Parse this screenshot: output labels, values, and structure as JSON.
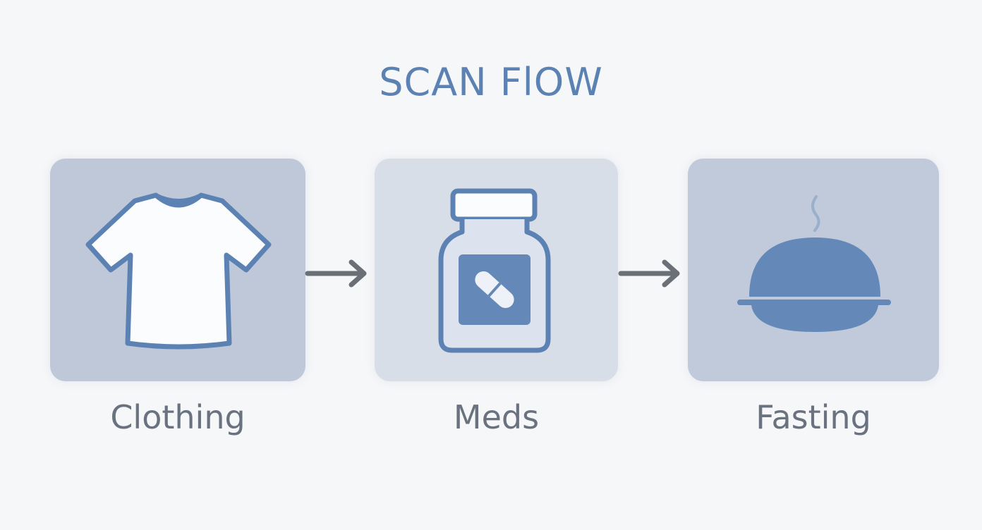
{
  "title": "SCAN FlOW",
  "steps": [
    {
      "label": "Clothing",
      "icon": "t-shirt-icon"
    },
    {
      "label": "Meds",
      "icon": "pill-bottle-icon"
    },
    {
      "label": "Fasting",
      "icon": "covered-dish-icon"
    }
  ],
  "colors": {
    "accent": "#5b82b3",
    "icon_fill": "#6489b8",
    "label_text": "#6a7280",
    "arrow": "#6b6f76",
    "card_1": "#bfc8d8",
    "card_2": "#d8dee8",
    "card_3": "#c1cadb",
    "background": "#f6f7f9"
  }
}
